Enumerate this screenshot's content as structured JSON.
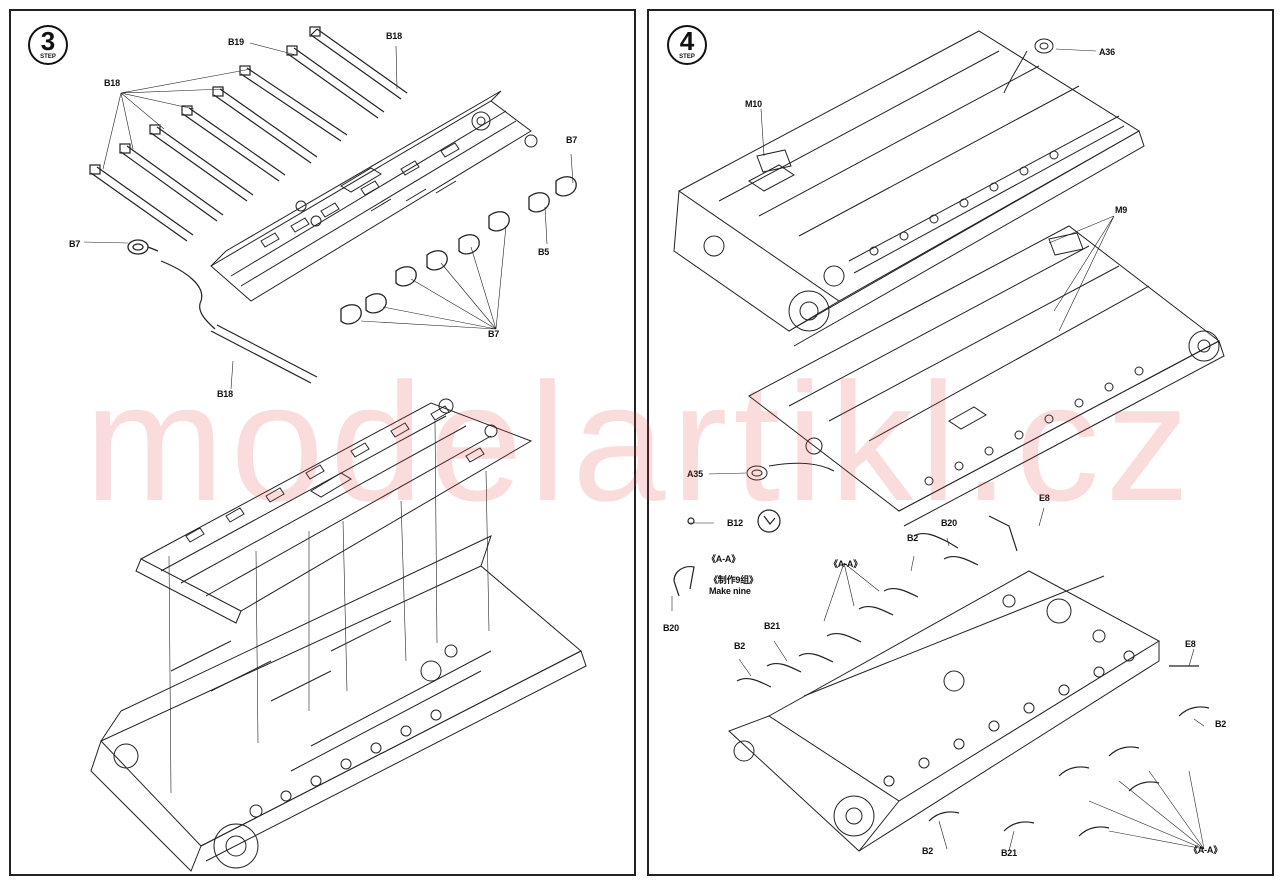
{
  "watermark": "modelartikl.cz",
  "step3": {
    "number": "3",
    "word": "STEP",
    "labels": {
      "b19": "B19",
      "b18_top": "B18",
      "b18_left": "B18",
      "b18_bottom": "B18",
      "b7_left": "B7",
      "b7_right": "B7",
      "b7_bottom": "B7",
      "b5": "B5"
    }
  },
  "step4": {
    "number": "4",
    "word": "STEP",
    "labels": {
      "a36": "A36",
      "m10": "M10",
      "m9": "M9",
      "a35": "A35",
      "e8_top": "E8",
      "e8_right": "E8",
      "b12": "B12",
      "aa_1": "《A-A》",
      "make_nine_cn": "《制作9组》",
      "make_nine_en": "Make nine",
      "b20_left": "B20",
      "b20_top": "B20",
      "b2_top": "B2",
      "aa_2": "《A-A》",
      "b21_top": "B21",
      "b2_left": "B2",
      "b2_right": "B2",
      "b2_bottom": "B2",
      "b21_bottom": "B21",
      "aa_3": "《A-A》"
    }
  }
}
